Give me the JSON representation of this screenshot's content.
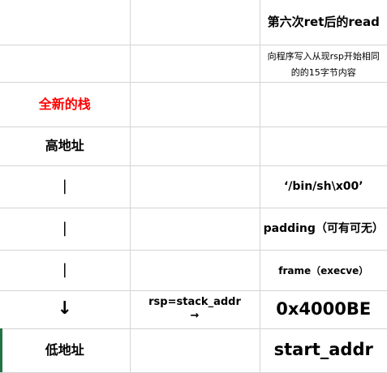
{
  "header": {
    "title": "第六次ret后的read",
    "subtitle": "向程序写入从现rsp开始相同的的15字节内容"
  },
  "left_labels": {
    "new_stack": "全新的栈",
    "high_address": "高地址",
    "bar": "|",
    "down_arrow": "↓",
    "low_address": "低地址"
  },
  "middle": {
    "rsp_label": "rsp=stack_addr",
    "rsp_arrow": "→"
  },
  "stack": {
    "binsh": "‘/bin/sh\\x00’",
    "padding": "padding（可有可无）",
    "frame": "frame（execve）",
    "addr": "0x4000BE",
    "start": "start_addr"
  },
  "colors": {
    "red_label": "#ff0000",
    "grid": "#d4d4d4",
    "selection_edge": "#217346"
  }
}
